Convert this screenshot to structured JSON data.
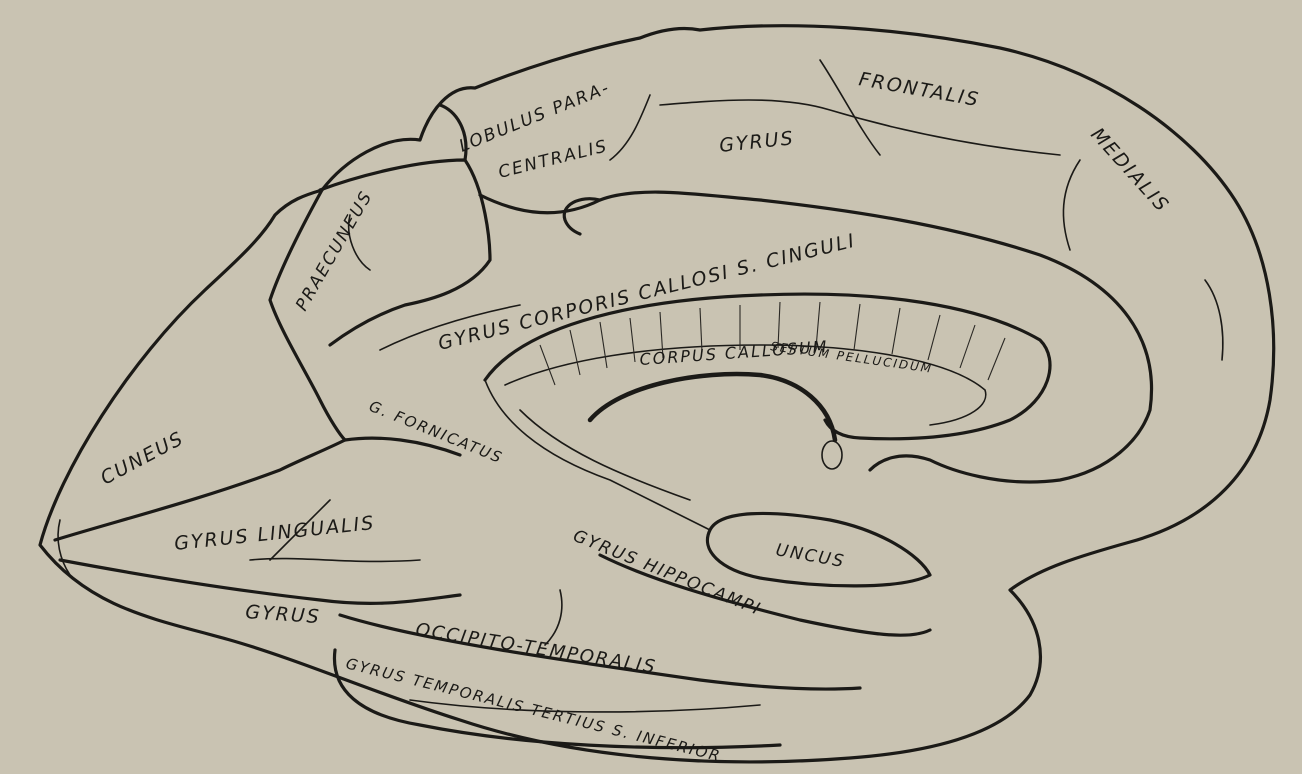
{
  "colors": {
    "paper": "#c9c3b2",
    "ink": "#1b1a17"
  },
  "labels": {
    "lobulus_paracentralis_1": "LOBULUS PARA-",
    "lobulus_paracentralis_2": "CENTRALIS",
    "gyrus_frontalis_medialis_gyrus": "GYRUS",
    "gyrus_frontalis_medialis_frontalis": "FRONTALIS",
    "gyrus_frontalis_medialis_medialis": "MEDIALIS",
    "praecuneus": "PRAECUNEUS",
    "gyrus_cinguli": "GYRUS CORPORIS CALLOSI S. CINGULI",
    "corpus_callosum": "CORPUS CALLOSUM",
    "septum_pellucidum": "SEPTUM PELLUCIDUM",
    "cuneus": "CUNEUS",
    "gyrus_fornicatus": "G. FORNICATUS",
    "gyrus_lingualis": "GYRUS LINGUALIS",
    "uncus": "UNCUS",
    "gyrus_hippocampi": "GYRUS HIPPOCAMPI",
    "gyrus_occipitotemporalis_gyrus": "GYRUS",
    "gyrus_occipitotemporalis_name": "OCCIPITO-TEMPORALIS",
    "gyrus_temporalis_inferior": "GYRUS TEMPORALIS TERTIUS S. INFERIOR"
  }
}
